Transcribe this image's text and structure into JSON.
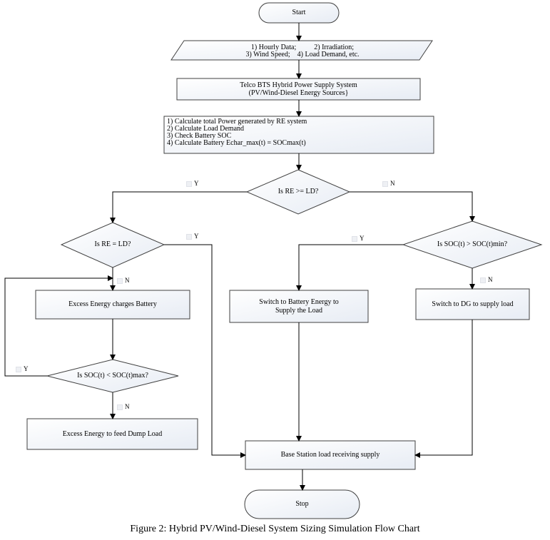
{
  "nodes": {
    "start": "Start",
    "input_line1": "1) Hourly Data;          2) Irradiation;",
    "input_line2": "3) Wind Speed;    4) Load Demand, etc.",
    "system_line1": "Telco BTS Hybrid Power Supply System",
    "system_line2": "(PV/Wind-Diesel Energy Sources}",
    "calc_line1": "1) Calculate total Power generated by RE system",
    "calc_line2": "2) Calculate Load Demand",
    "calc_line3": "3) Check Battery SOC",
    "calc_line4": "4) Calculate Battery Echar_max(t) = SOCmax(t)",
    "decision_re_ld": "Is RE >= LD?",
    "decision_re_eq": "Is RE = LD?",
    "decision_soc_min": "Is SOC(t) > SOC(t)min?",
    "excess_charges": "Excess Energy charges Battery",
    "switch_battery_line1": "Switch to Battery Energy to",
    "switch_battery_line2": "Supply the Load",
    "switch_dg": "Switch to DG to supply load",
    "decision_soc_max": "Is SOC(t) < SOC(t)max?",
    "dump_load": "Excess Energy to feed Dump Load",
    "base_station": "Base Station load receiving supply",
    "stop": "Stop"
  },
  "branch_labels": {
    "re_ld_yes": "Y",
    "re_ld_no": "N",
    "re_eq_yes": "Y",
    "re_eq_no": "N",
    "soc_min_yes": "Y",
    "soc_min_no": "N",
    "soc_max_yes": "Y",
    "soc_max_no": "N"
  },
  "caption": "Figure 2:   Hybrid PV/Wind-Diesel System Sizing Simulation Flow Chart"
}
